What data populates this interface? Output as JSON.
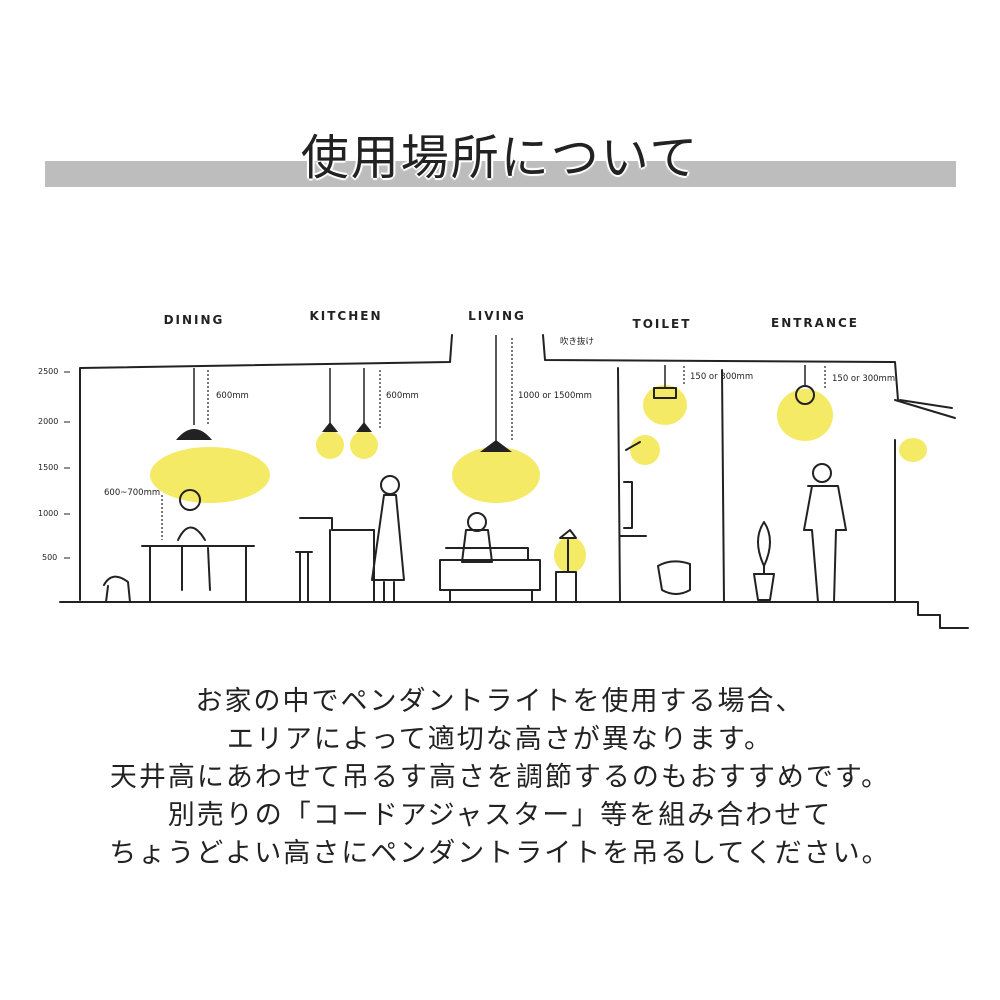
{
  "header": {
    "title": "使用場所について"
  },
  "illustration": {
    "rooms": [
      {
        "label": "DINING",
        "drop": "600mm",
        "table_height": "600~700mm"
      },
      {
        "label": "KITCHEN",
        "drop": "600mm"
      },
      {
        "label": "LIVING",
        "drop": "1000 or 1500mm"
      },
      {
        "label": "TOILET",
        "drop": "150 or 300mm"
      },
      {
        "label": "ENTRANCE",
        "drop": "150 or 300mm"
      }
    ],
    "atrium_label": "吹き抜け",
    "scale_ticks": [
      "2500",
      "2000",
      "1500",
      "1000",
      "500"
    ],
    "colors": {
      "light": "#f3e64a",
      "line": "#222222",
      "band": "#bdbdbd"
    }
  },
  "description": {
    "lines": [
      "お家の中でペンダントライトを使用する場合、",
      "エリアによって適切な高さが異なります。",
      "天井高にあわせて吊るす高さを調節するのもおすすめです。",
      "別売りの「コードアジャスター」等を組み合わせて",
      "ちょうどよい高さにペンダントライトを吊るしてください。"
    ]
  }
}
